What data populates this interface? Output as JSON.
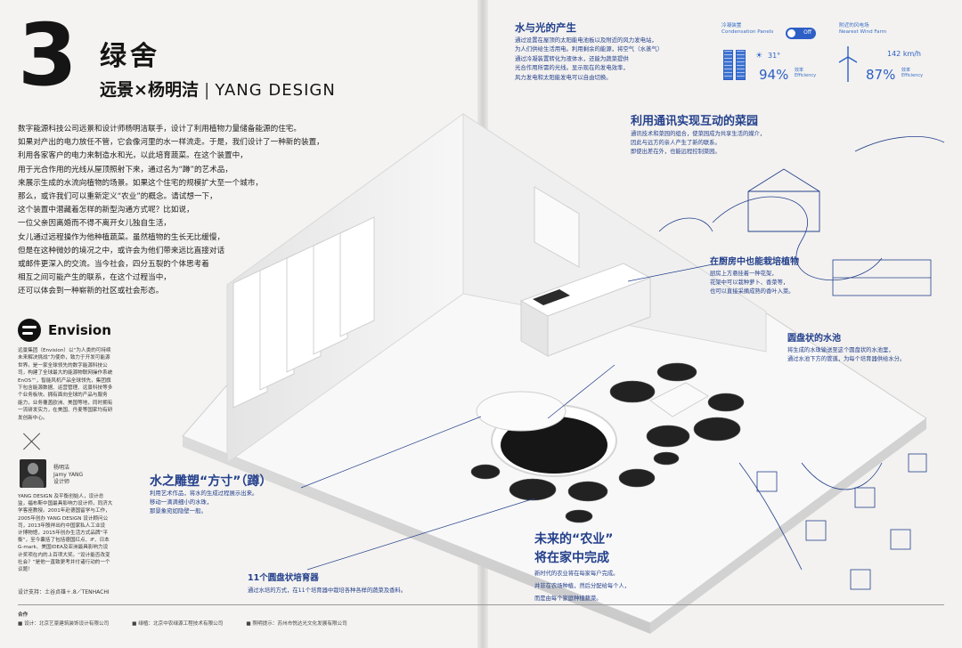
{
  "header": {
    "chapter_number": "3",
    "title": "绿舍",
    "subtitle_company": "远景",
    "subtitle_cross": "×",
    "subtitle_designer": "杨明洁",
    "subtitle_sep": "|",
    "subtitle_en": "YANG DESIGN"
  },
  "intro": [
    "数字能源科技公司远景和设计师杨明洁联手，设计了利用植物力量储备能源的住宅。",
    "如果对产出的电力放任不管，它会像河里的水一样流走。于是，我们设计了一种新的装置，",
    "利用各家客户的电力来制造水和光，以此培育蔬菜。在这个装置中，",
    "用于光合作用的光线从屋顶照射下来，通过名为“蹲”的艺术品，",
    "来展示生成的水流向植物的场景。如果这个住宅的规模扩大至一个城市，",
    "那么，或许我们可以重新定义“农业”的概念。请试想一下，",
    "这个装置中潜藏着怎样的新型沟通方式呢？比如说，",
    "一位父亲因离婚而不得不离开女儿独自生活，",
    "女儿通过远程操作为他种植蔬菜。虽然植物的生长无比缓慢，",
    "但是在这种微妙的境况之中，或许会为他们带来远比直接对话",
    "或邮件更深入的交流。当今社会，四分五裂的个体思考着",
    "相互之间可能产生的联系，在这个过程当中，",
    "还可以体会到一种崭新的社区或社会形态。"
  ],
  "envision": {
    "name": "Envision",
    "text": [
      "远景集团（Envision）以“为人类的可持续",
      "未来解决挑战”为使命，致力于开发可能源",
      "世界。是一家全球领先的数字能源科技公",
      "司，构建了全球最大的能源物联网操作系统",
      "EnOS™，智能风机产品全球领先，集团旗",
      "下包含能源数据、运营管理、远景科技等多",
      "个业务板块。拥有面向全球的产品与服务",
      "能力，业务覆盖欧洲、美国等地，同时拥有",
      "一流研发实力，在美国、丹麦等国家均有研",
      "发创新中心。"
    ]
  },
  "designer": {
    "name_cn": "杨明洁",
    "name_en": "Jamy YANG",
    "role": "设计师",
    "text": [
      "YANG DESIGN 及平衡创始人，设计总",
      "监，福布斯中国最具影响力设计师，同济大",
      "学客座教授。2001年赴德国留学与工作，",
      "2005年创办 YANG DESIGN 设计顾问公",
      "司，2013年殷祥出约中国家私人工业设",
      "计博物馆，2015年创办生活方式品牌“平",
      "衡”，至今囊括了包括德国红点、iF、日本",
      "G-mark、美国IDEA及亚洲最具影响力设",
      "计奖项在内的上百项大奖。“设计能否改变",
      "社会？”是他一直致更考并付诸行动的一个",
      "议题！"
    ],
    "credit": "设计支持：土谷贞雄＋.8／TENHACHI"
  },
  "footer": {
    "label": "合作",
    "items": [
      "■ 设计：北京艺豪建筑装饰设计有限公司",
      "■ 绿植：北京中农绿源工程技术有限公司",
      "■ 照明提示：苏州市悦达光文化发展有限公司"
    ]
  },
  "sections": {
    "water_light": {
      "title": "水与光的产生",
      "lines": [
        "通过设置在屋顶的太阳能电池板以及附近的风力发电站，",
        "为人们供给生活用电。利用剩余的能源，将空气（水蒸气）",
        "通过冷凝装置转化为液体水，还能为蔬菜提供",
        "光合作用所需的光线。显示现在的发电效率，",
        "风力发电和太阳能发电可以自由切换。"
      ]
    },
    "garden": {
      "title": "利用通讯实现互动的菜园",
      "lines": [
        "通讯技术和菜园的组合，使菜园成为共享生活的媒介，",
        "因此与远方的亲人产生了新的联系。",
        "即使出差在外，也能远程控制菜园。"
      ]
    },
    "kitchen": {
      "title": "在厨房中也能栽培植物",
      "lines": [
        "厨房上方悬挂着一种花架，",
        "花架中可以栽种萝卜、香菜等，",
        "也可以直接采摘成熟的香叶入菜。"
      ]
    },
    "pool": {
      "title": "圆盘状的水池",
      "lines": [
        "将生成的水珠输送至这个圆盘状的水池里，",
        "通过水池下方的管道，为每个培育器供给水分。"
      ]
    },
    "sculpture": {
      "title": "水之雕塑“方寸”（蹲）",
      "lines": [
        "利用艺术作品，将水的生成过程展示出来。",
        "移动一滴滴细小的水珠，",
        "那景象宛如隐壁一般。"
      ]
    },
    "bowls": {
      "title": "11个圆盘状培育器",
      "line": "通过水培的方式，在11个培育器中栽培各种各样的蔬菜及香料。"
    },
    "farm": {
      "title_lines": [
        "未来的“农业”",
        "将在家中完成"
      ],
      "lines": [
        "新时代的农业将在每家每户完成。",
        "并非在农场种植，然后分配给每个人，",
        "而是由每个家庭种植蔬菜。"
      ]
    }
  },
  "solar_panel": {
    "label_cn": "冷凝装置",
    "label_en": "Condensation Panels",
    "toggle": "Off",
    "temperature": "31°",
    "efficiency": "94%",
    "eff_cn": "效率",
    "eff_en": "Efficiency"
  },
  "wind_panel": {
    "label_cn": "附近的风电场",
    "label_en": "Nearest Wind Farm",
    "speed": "142 km/h",
    "efficiency": "87%",
    "eff_cn": "效率",
    "eff_en": "Efficiency"
  },
  "colors": {
    "accent_blue": "#24408c",
    "panel_blue": "#2d5fc5"
  }
}
